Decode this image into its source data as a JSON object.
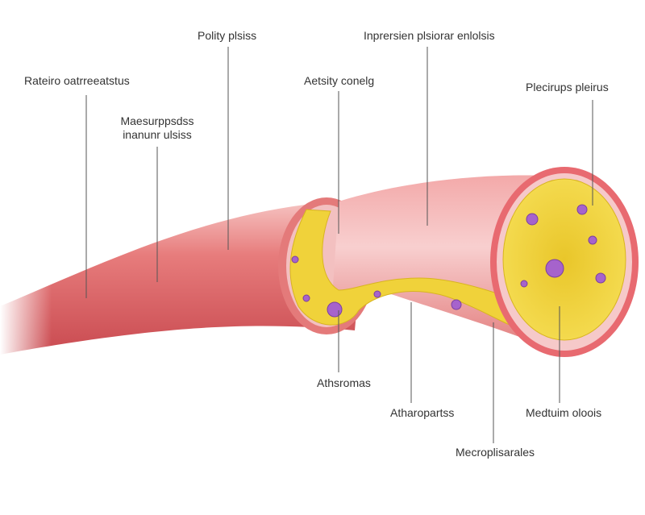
{
  "labels": {
    "top_left": "Rateiro oatrreeatstus",
    "fatty": "Polity plsiss",
    "macro_line1": "Maesurppsdss",
    "macro_line2": "inanunr ulsiss",
    "activity": "Aetsity conelg",
    "inner": "Inprersien plsiorar enlolsis",
    "right": "Plecirups pleirus",
    "atheromas": "Athsromas",
    "atharo": "Atharopartss",
    "medium": "Medtuim oloois",
    "macrophages": "Mecroplisarales"
  },
  "colors": {
    "vessel": "#e0666a",
    "vessel_light": "#f4b3b3",
    "plaque": "#f0d23a",
    "cell": "#a060c8"
  }
}
